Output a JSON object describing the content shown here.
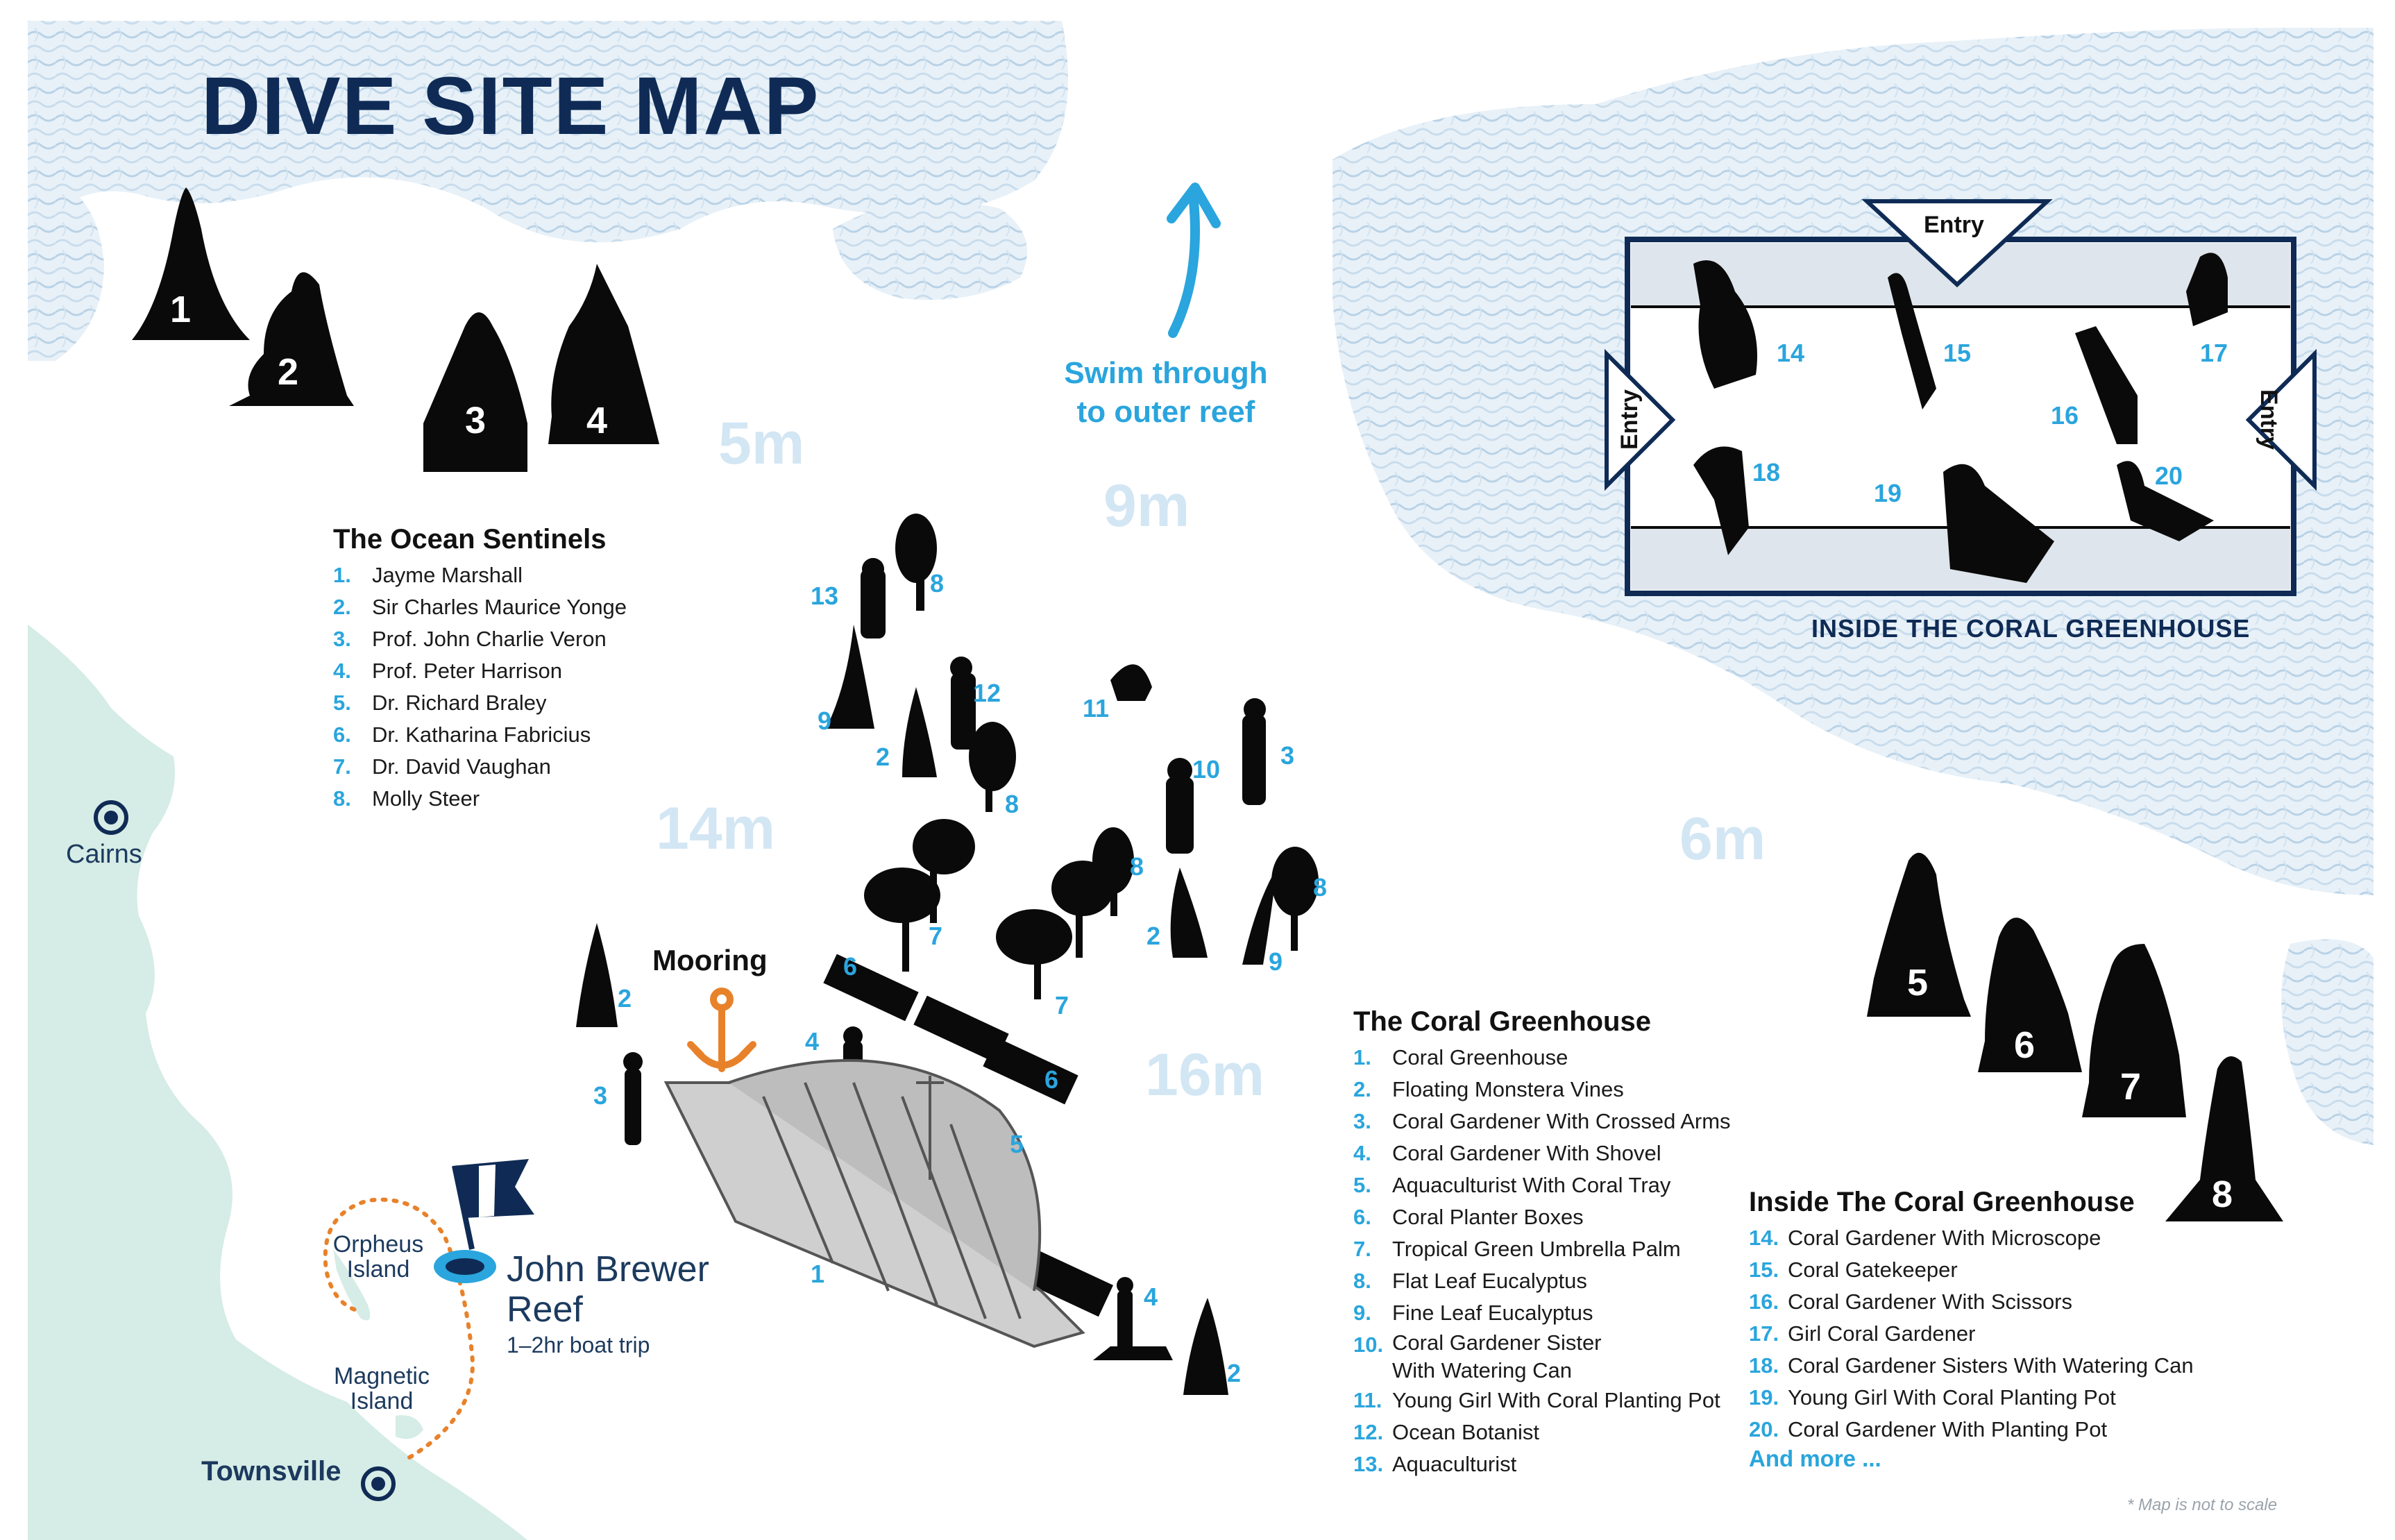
{
  "map_title": "DIVE SITE MAP",
  "depth_labels": [
    "5m",
    "9m",
    "14m",
    "16m",
    "6m"
  ],
  "swim_text": [
    "Swim through",
    "to outer reef"
  ],
  "mooring_label": "Mooring",
  "colors": {
    "title_navy": "#0f2b55",
    "accent_blue": "#2aa5dd",
    "land": "#d6ece6",
    "water_pattern": "#cfe0ec",
    "mooring_orange": "#e8822a",
    "depth_text": "#d3e6f4"
  },
  "icons": [
    "sculpture-silhouette",
    "tree-silhouette",
    "mooring-anchor-icon",
    "up-arrow-icon",
    "dive-flag-icon",
    "city-marker-icon",
    "greenhouse-structure"
  ],
  "places": {
    "cairns": "Cairns",
    "townsville": "Townsville",
    "orpheus": [
      "Orpheus",
      "Island"
    ],
    "magnetic": [
      "Magnetic",
      "Island"
    ],
    "reef_name": [
      "John Brewer",
      "Reef"
    ],
    "boat_trip": "1–2hr boat trip"
  },
  "ocean_sentinels": {
    "title": "The Ocean Sentinels",
    "items": [
      {
        "num": "1.",
        "name": "Jayme Marshall"
      },
      {
        "num": "2.",
        "name": "Sir Charles Maurice Yonge"
      },
      {
        "num": "3.",
        "name": "Prof. John Charlie Veron"
      },
      {
        "num": "4.",
        "name": "Prof. Peter Harrison"
      },
      {
        "num": "5.",
        "name": "Dr. Richard Braley"
      },
      {
        "num": "6.",
        "name": "Dr. Katharina Fabricius"
      },
      {
        "num": "7.",
        "name": "Dr. David Vaughan"
      },
      {
        "num": "8.",
        "name": "Molly Steer"
      }
    ]
  },
  "coral_greenhouse": {
    "title": "The Coral Greenhouse",
    "items": [
      {
        "num": "1.",
        "name": "Coral Greenhouse"
      },
      {
        "num": "2.",
        "name": "Floating Monstera Vines"
      },
      {
        "num": "3.",
        "name": "Coral Gardener With Crossed Arms"
      },
      {
        "num": "4.",
        "name": "Coral Gardener With Shovel"
      },
      {
        "num": "5.",
        "name": "Aquaculturist With Coral Tray"
      },
      {
        "num": "6.",
        "name": "Coral Planter Boxes"
      },
      {
        "num": "7.",
        "name": "Tropical Green Umbrella Palm"
      },
      {
        "num": "8.",
        "name": "Flat Leaf Eucalyptus"
      },
      {
        "num": "9.",
        "name": "Fine Leaf Eucalyptus"
      },
      {
        "num": "10.",
        "name": "Coral Gardener Sister",
        "name2": "With Watering Can"
      },
      {
        "num": "11.",
        "name": "Young Girl With Coral Planting Pot"
      },
      {
        "num": "12.",
        "name": "Ocean Botanist"
      },
      {
        "num": "13.",
        "name": "Aquaculturist"
      }
    ]
  },
  "inside_greenhouse": {
    "title": "Inside The Coral Greenhouse",
    "items": [
      {
        "num": "14.",
        "name": "Coral Gardener With Microscope"
      },
      {
        "num": "15.",
        "name": "Coral Gatekeeper"
      },
      {
        "num": "16.",
        "name": "Coral Gardener With Scissors"
      },
      {
        "num": "17.",
        "name": "Girl Coral Gardener"
      },
      {
        "num": "18.",
        "name": "Coral Gardener Sisters With Watering Can"
      },
      {
        "num": "19.",
        "name": "Young Girl With Coral Planting Pot"
      },
      {
        "num": "20.",
        "name": "Coral Gardener With Planting Pot"
      }
    ],
    "more": "And more ..."
  },
  "greenhouse_inset": {
    "caption": "INSIDE THE CORAL GREENHOUSE",
    "entry_label": "Entry",
    "numbers": [
      "14",
      "15",
      "16",
      "17",
      "18",
      "19",
      "20"
    ]
  },
  "sentinel_numbers": [
    "1",
    "2",
    "3",
    "4",
    "5",
    "6",
    "7",
    "8"
  ],
  "site_numbers": [
    "13",
    "8",
    "12",
    "11",
    "9",
    "2",
    "8",
    "10",
    "3",
    "8",
    "8",
    "7",
    "7",
    "2",
    "9",
    "6",
    "4",
    "6",
    "5",
    "3",
    "2",
    "1",
    "4",
    "2"
  ],
  "footnote": "* Map is not to scale"
}
